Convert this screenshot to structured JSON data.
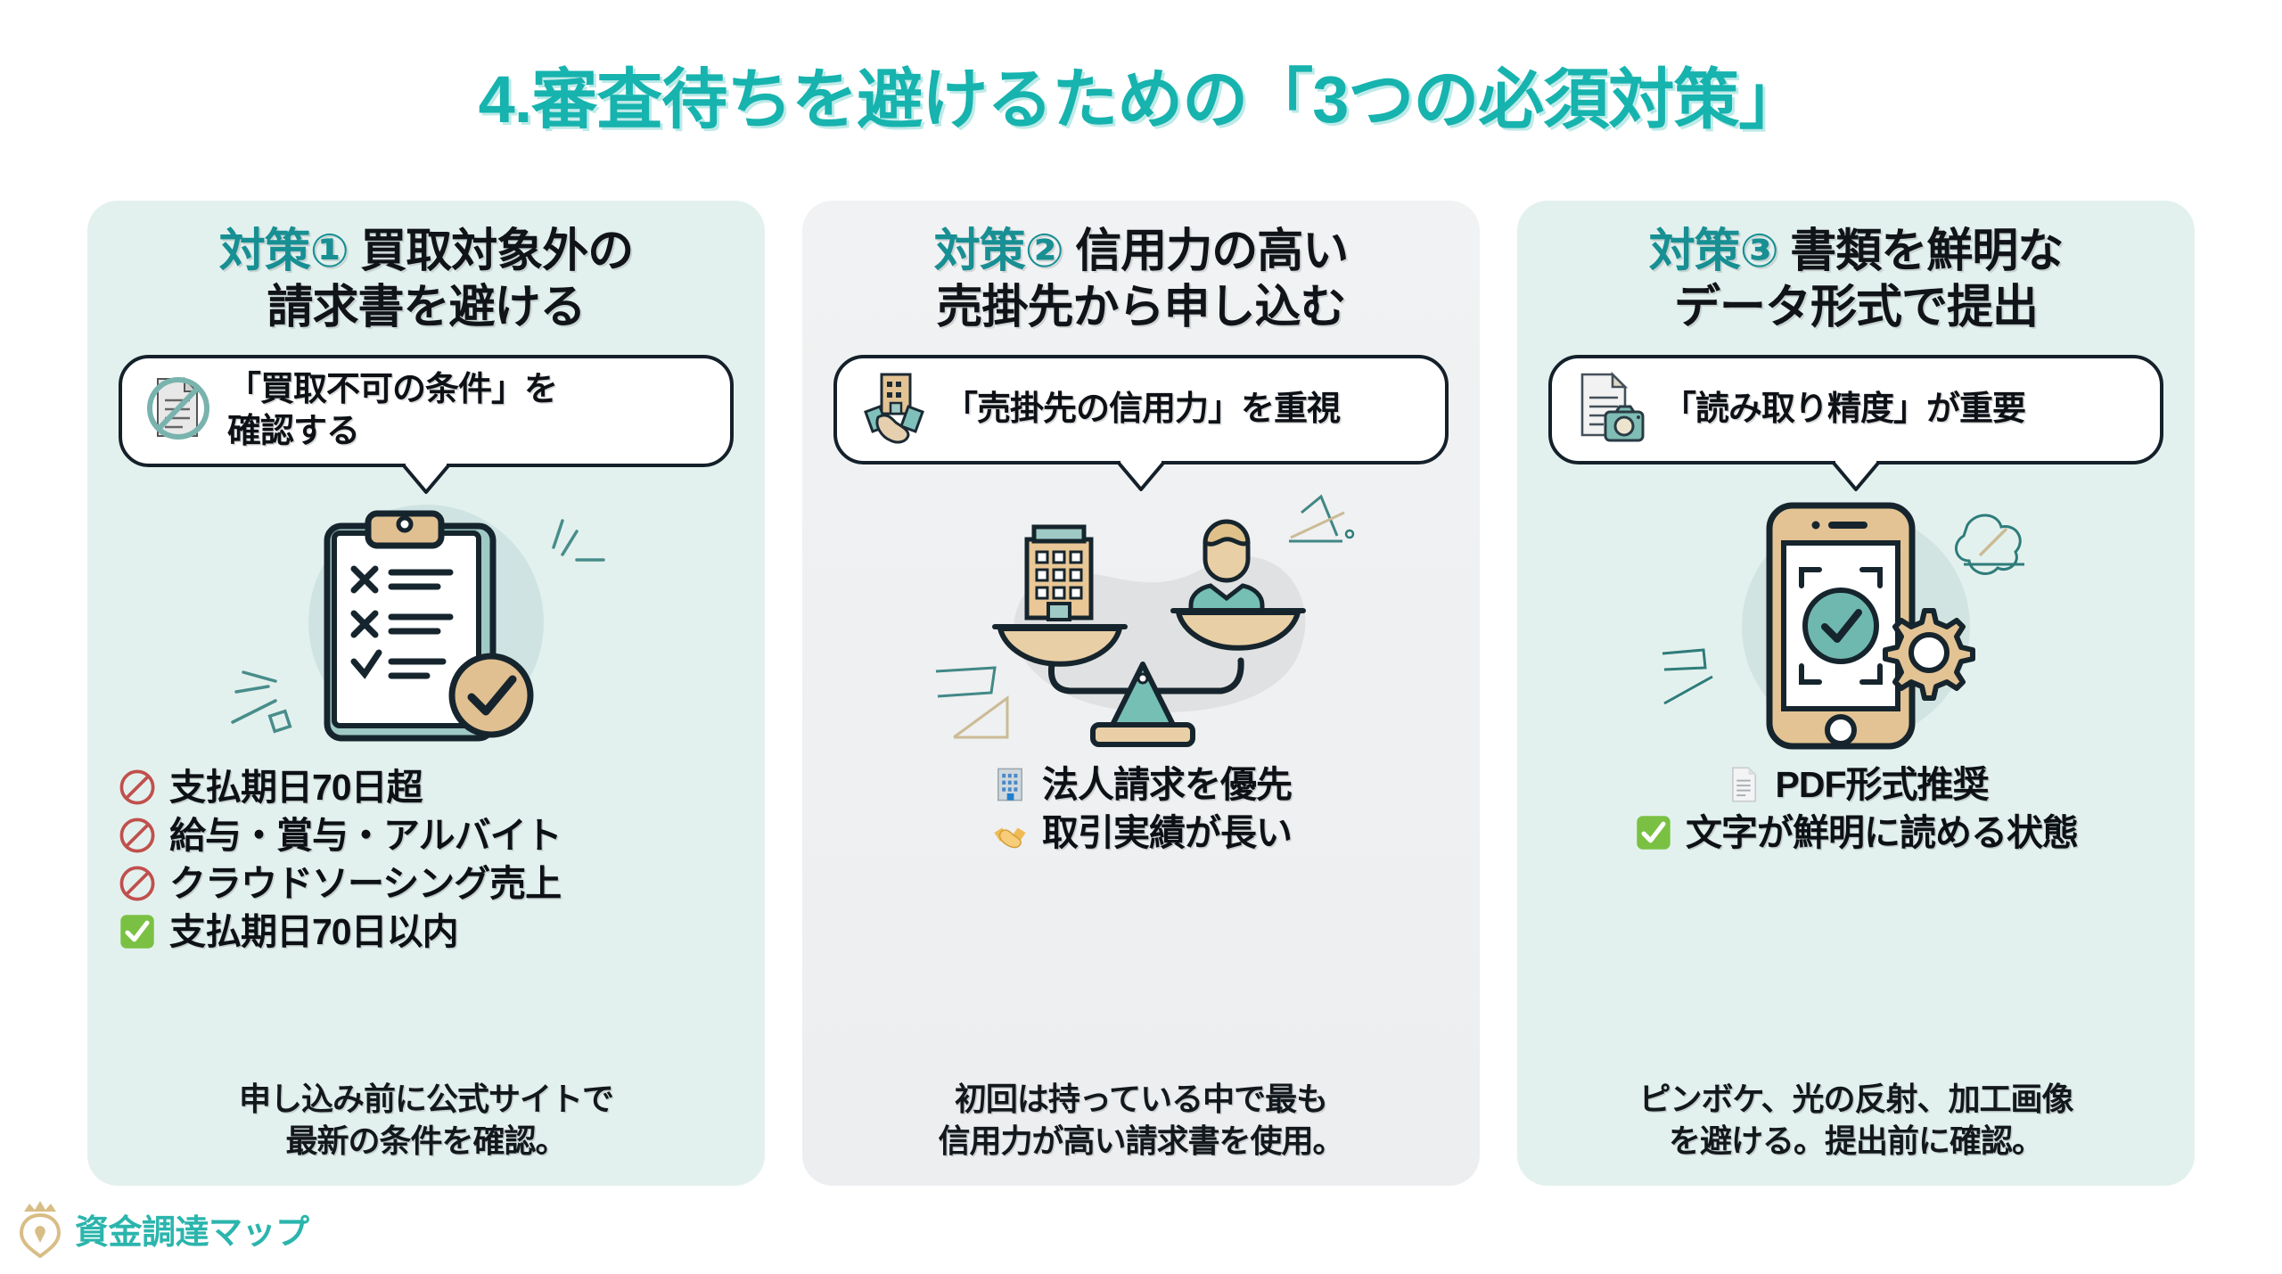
{
  "title": "4.審査待ちを避けるための「3つの必須対策」",
  "colors": {
    "title_teal": "#17b3ae",
    "tag_teal": "#178f93",
    "card_mint": "#e3f1ee",
    "card_grey": "#eceef0",
    "logo_teal": "#2bb5ad",
    "logo_gold": "#d8bd86",
    "accent_tan": "#e3c394",
    "accent_green": "#6fbeb4",
    "ink": "#14202a",
    "ban_red": "#c0504d",
    "check_green": "#7ac143"
  },
  "cards": [
    {
      "tag": "対策①",
      "heading": "買取対象外の\n請求書を避ける",
      "heading_line1": "買取対象外の",
      "heading_line2": "請求書を避ける",
      "bubble_text_line1": "「買取不可の条件」を",
      "bubble_text_line2": "確認する",
      "bubble_icon": "no-document-icon",
      "illustration": "clipboard-checklist-illustration",
      "bullets": [
        {
          "icon": "prohibited-icon",
          "label": "支払期日70日超"
        },
        {
          "icon": "prohibited-icon",
          "label": "給与・賞与・アルバイト"
        },
        {
          "icon": "prohibited-icon",
          "label": "クラウドソーシング売上"
        },
        {
          "icon": "check-box-icon",
          "label": "支払期日70日以内"
        }
      ],
      "note_line1": "申し込み前に公式サイトで",
      "note_line2": "最新の条件を確認。"
    },
    {
      "tag": "対策②",
      "heading_line1": "信用力の高い",
      "heading_line2": "売掛先から申し込む",
      "bubble_text_line1": "「売掛先の信用力」を重視",
      "bubble_text_line2": "",
      "bubble_icon": "building-handshake-icon",
      "illustration": "balance-scale-illustration",
      "bullets": [
        {
          "icon": "office-building-icon",
          "label": "法人請求を優先"
        },
        {
          "icon": "handshake-icon",
          "label": "取引実績が長い"
        }
      ],
      "note_line1": "初回は持っている中で最も",
      "note_line2": "信用力が高い請求書を使用。"
    },
    {
      "tag": "対策③",
      "heading_line1": "書類を鮮明な",
      "heading_line2": "データ形式で提出",
      "bubble_text_line1": "「読み取り精度」が重要",
      "bubble_text_line2": "",
      "bubble_icon": "document-camera-icon",
      "illustration": "smartphone-scan-gear-illustration",
      "bullets": [
        {
          "icon": "page-facing-up-icon",
          "label": "PDF形式推奨"
        },
        {
          "icon": "check-box-icon",
          "label": "文字が鮮明に読める状態"
        }
      ],
      "note_line1": "ピンボケ、光の反射、加工画像",
      "note_line2": "を避ける。提出前に確認。"
    }
  ],
  "logo": {
    "text": "資金調達マップ",
    "icon": "crown-map-pin-icon"
  }
}
